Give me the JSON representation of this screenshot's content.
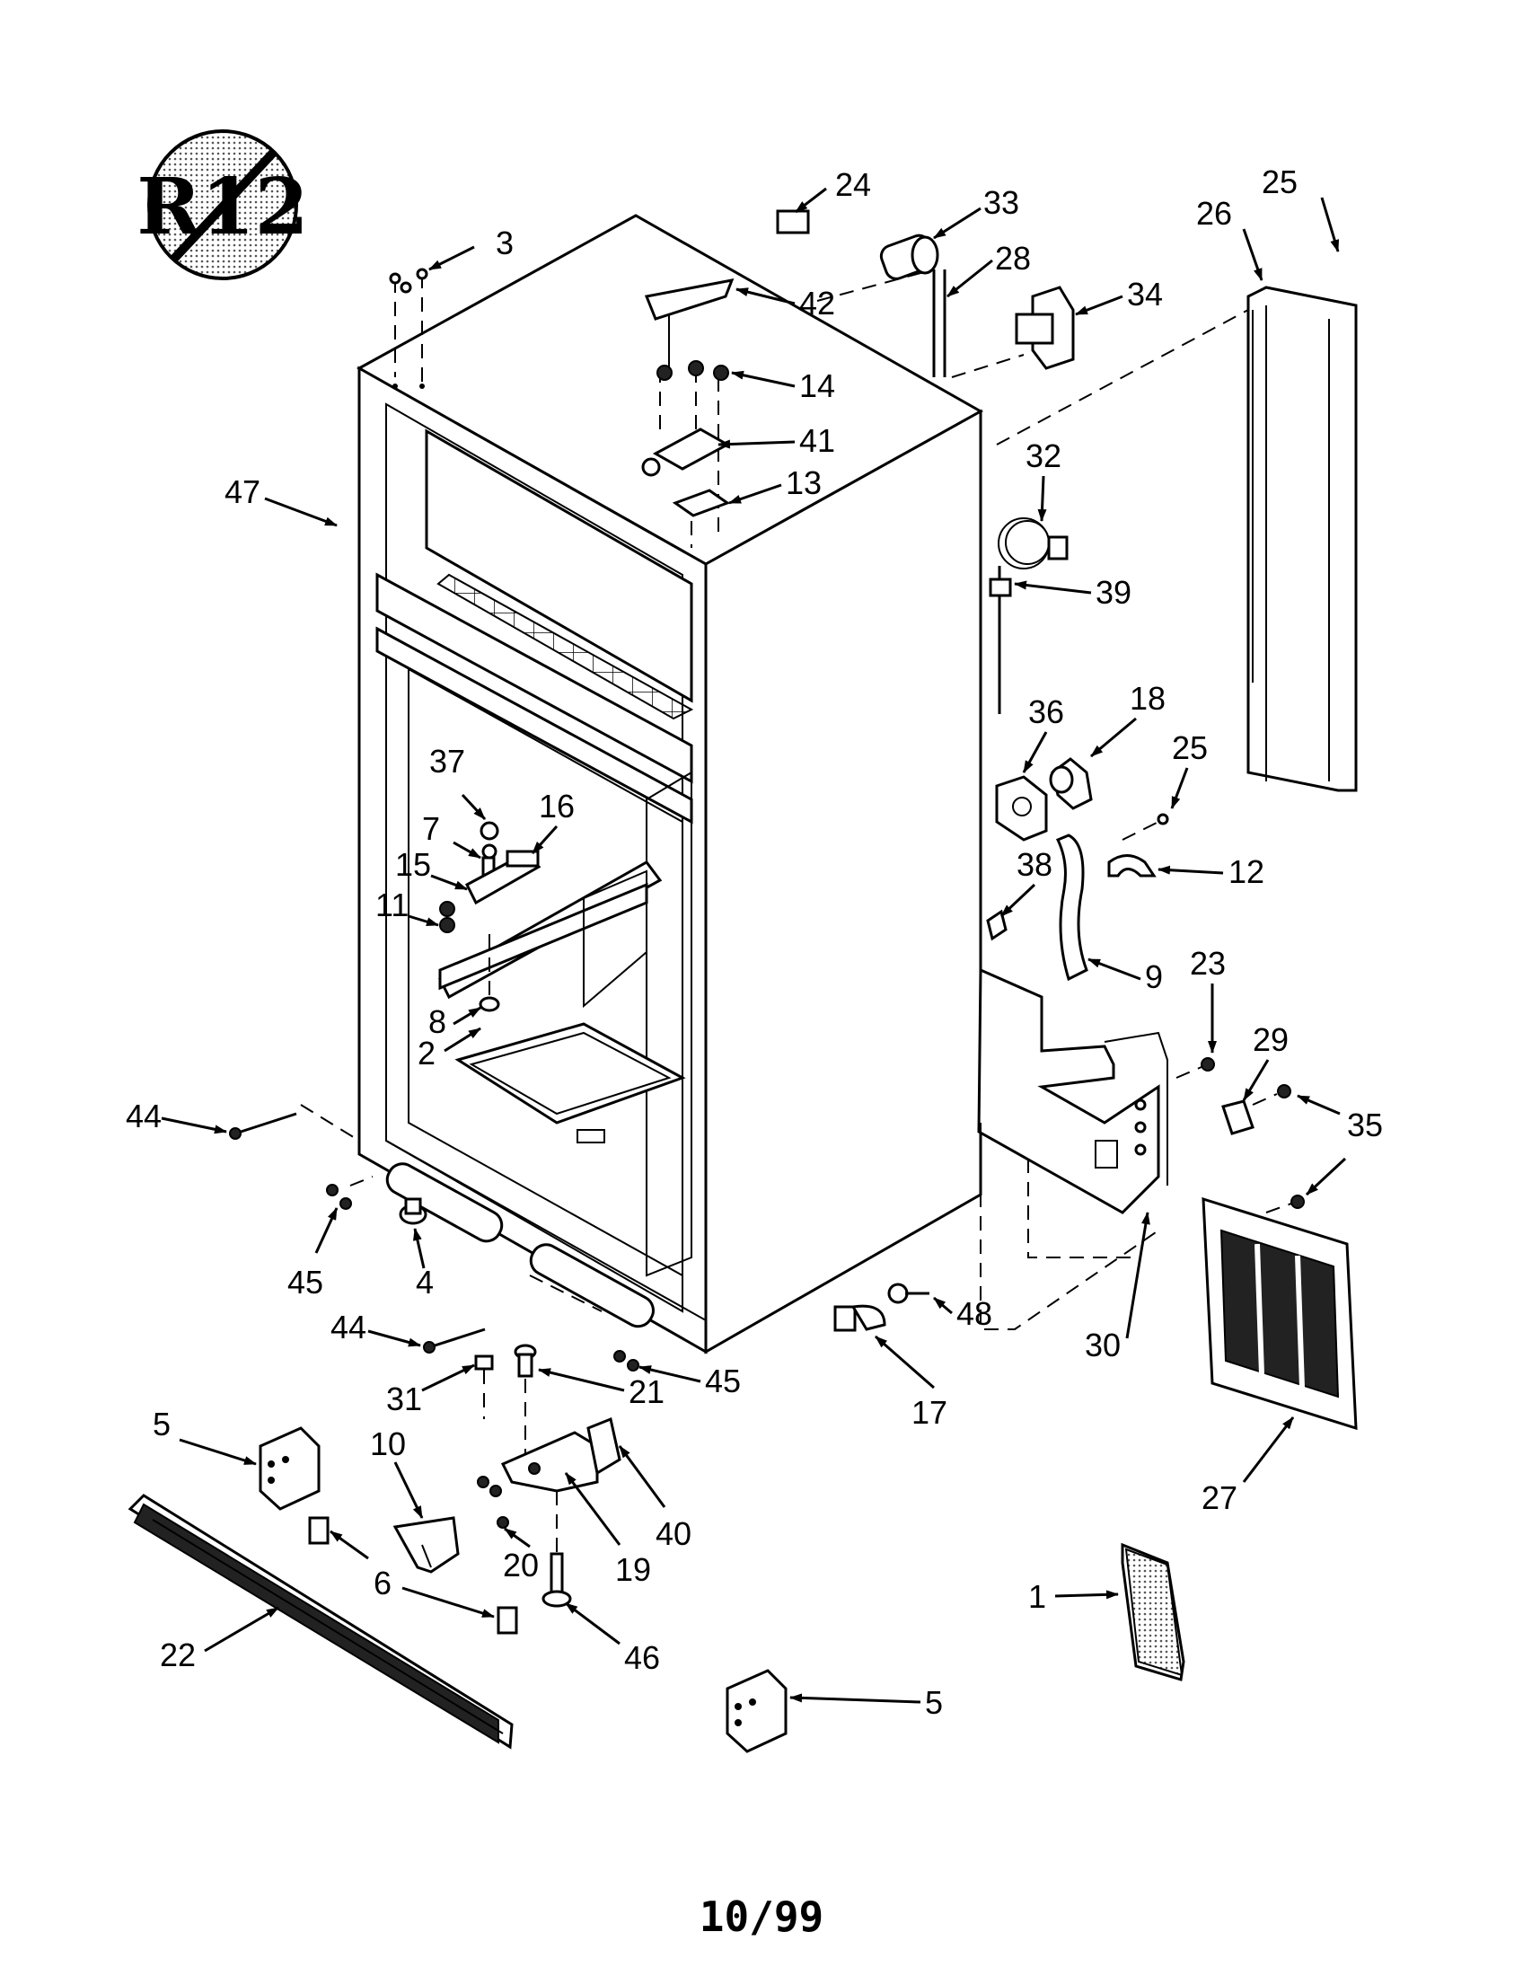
{
  "logo": {
    "text": "R12",
    "icon": "no-r12-refrigerant-logo-icon"
  },
  "footer": {
    "date_code": "10/99"
  },
  "callouts": {
    "c1": "1",
    "c2": "2",
    "c3": "3",
    "c4": "4",
    "c5a": "5",
    "c5b": "5",
    "c6": "6",
    "c7": "7",
    "c8": "8",
    "c9": "9",
    "c10": "10",
    "c11": "11",
    "c12": "12",
    "c13": "13",
    "c14": "14",
    "c15": "15",
    "c16": "16",
    "c17": "17",
    "c18": "18",
    "c19": "19",
    "c20": "20",
    "c21": "21",
    "c22": "22",
    "c23": "23",
    "c24": "24",
    "c25a": "25",
    "c25b": "25",
    "c26": "26",
    "c27": "27",
    "c28": "28",
    "c29": "29",
    "c30": "30",
    "c31": "31",
    "c32": "32",
    "c33": "33",
    "c34": "34",
    "c35": "35",
    "c36": "36",
    "c37": "37",
    "c38": "38",
    "c39": "39",
    "c40": "40",
    "c41": "41",
    "c42": "42",
    "c44a": "44",
    "c44b": "44",
    "c45a": "45",
    "c45b": "45",
    "c46": "46",
    "c47": "47",
    "c48": "48"
  }
}
